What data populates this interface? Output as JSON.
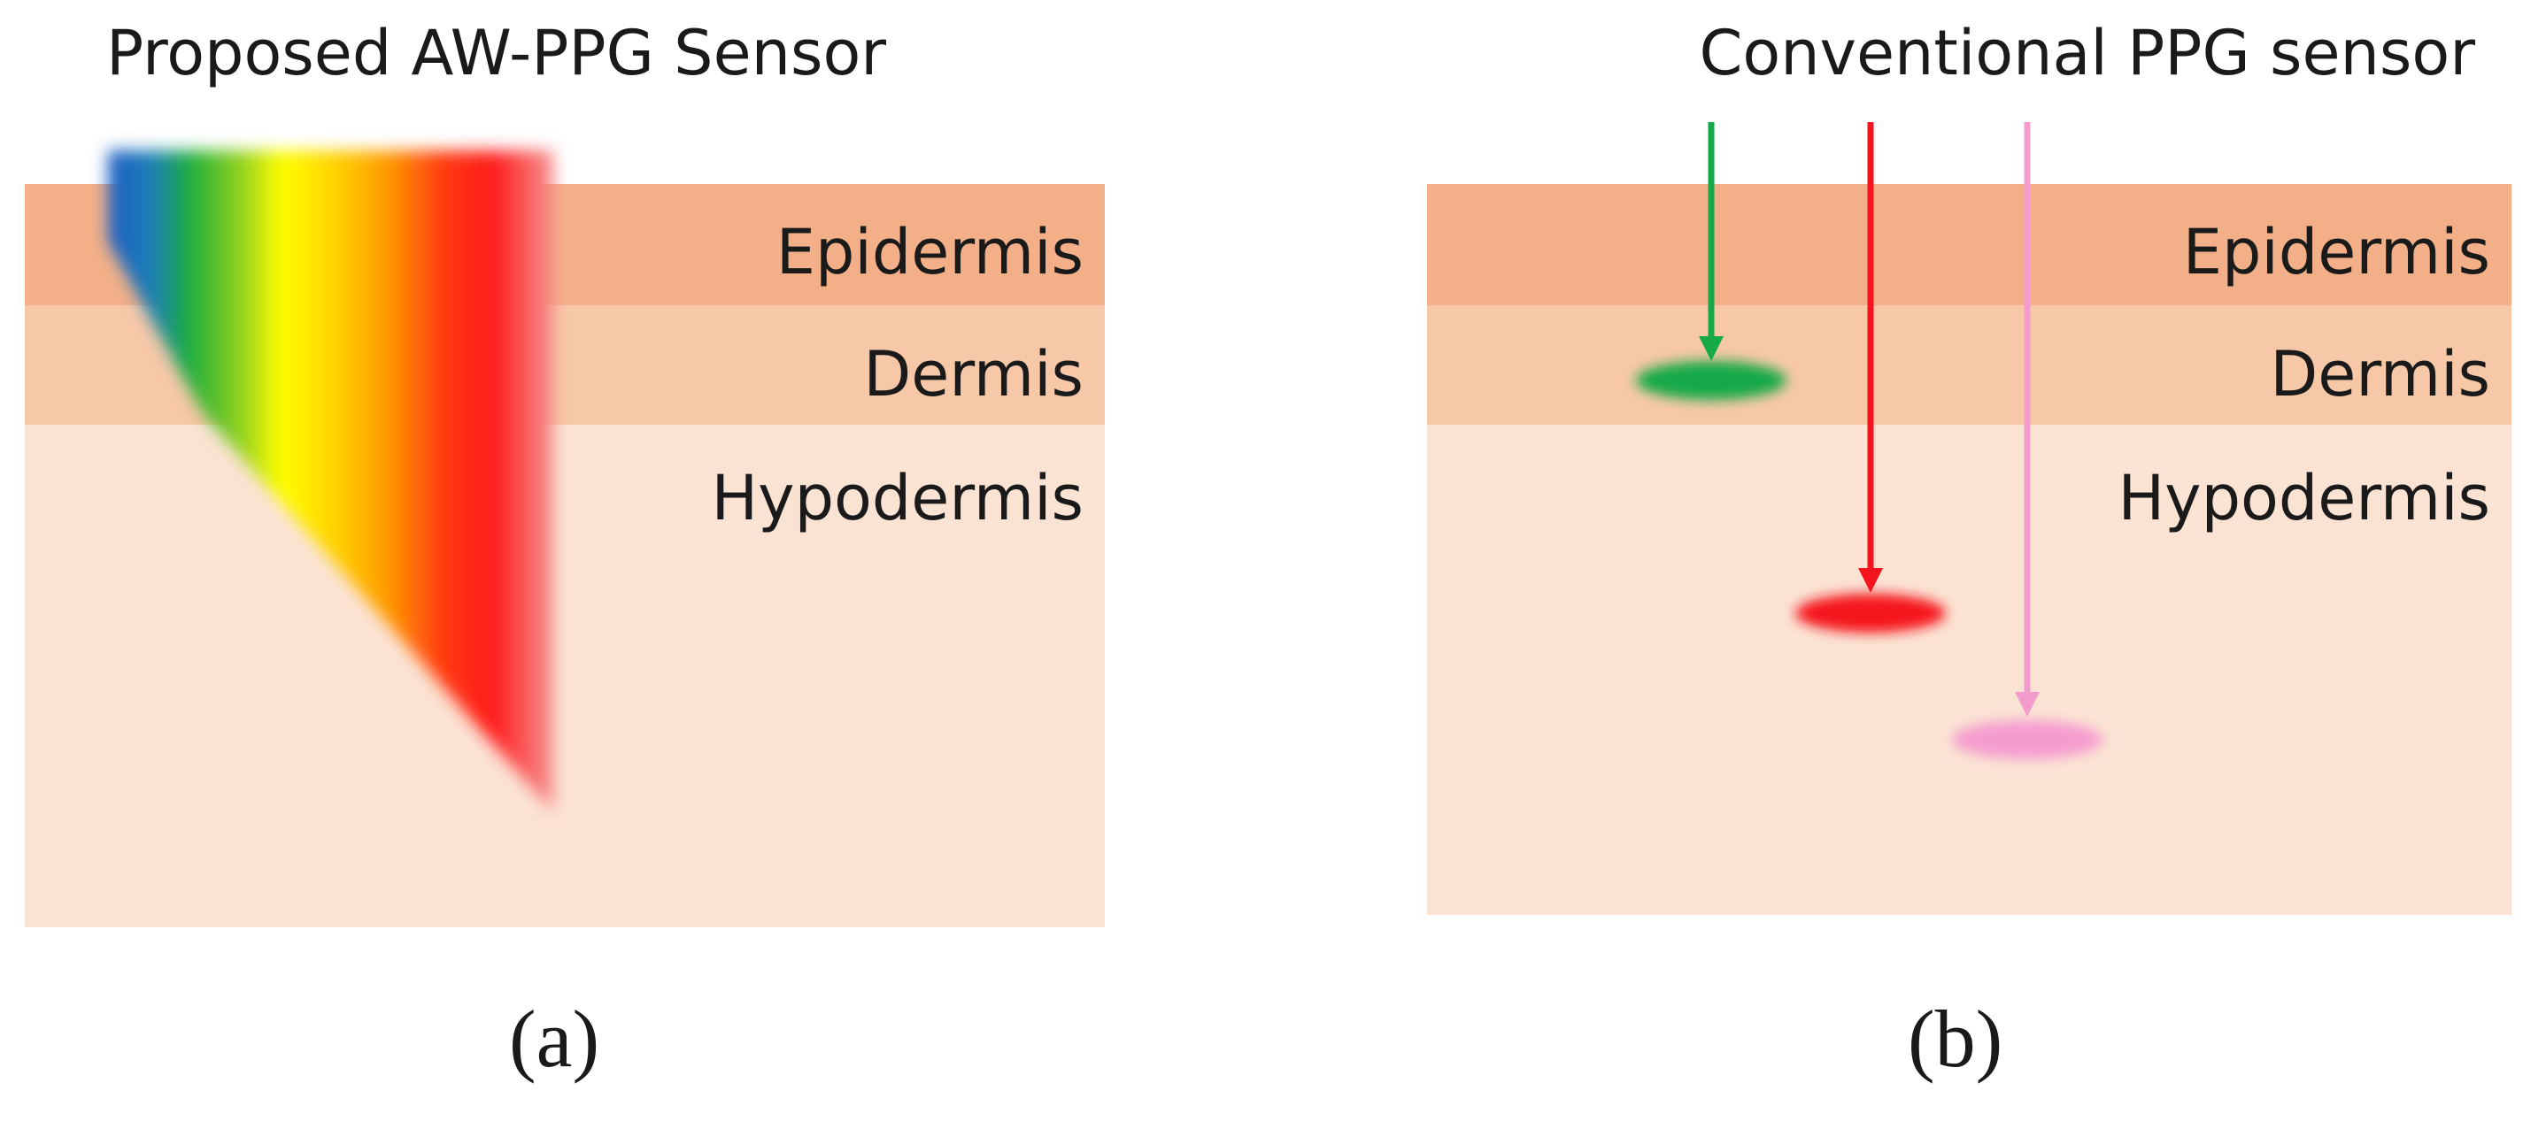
{
  "panel_a": {
    "title": "Proposed AW-PPG Sensor",
    "caption": "(a)",
    "layers": {
      "epidermis": "Epidermis",
      "dermis": "Dermis",
      "hypodermis": "Hypodermis"
    }
  },
  "panel_b": {
    "title": "Conventional PPG sensor",
    "caption": "(b)",
    "layers": {
      "epidermis": "Epidermis",
      "dermis": "Dermis",
      "hypodermis": "Hypodermis"
    }
  },
  "colors": {
    "epidermis": "#f3b088",
    "dermis": "#f7c8a8",
    "hypodermis": "#fbe3d4",
    "green": "#16a94a",
    "red": "#f5141e",
    "pink": "#f59ccf",
    "spectrum": [
      "#1f55c9",
      "#1bae3c",
      "#ffff00",
      "#ffb000",
      "#ff1a1a",
      "#f49999"
    ]
  }
}
